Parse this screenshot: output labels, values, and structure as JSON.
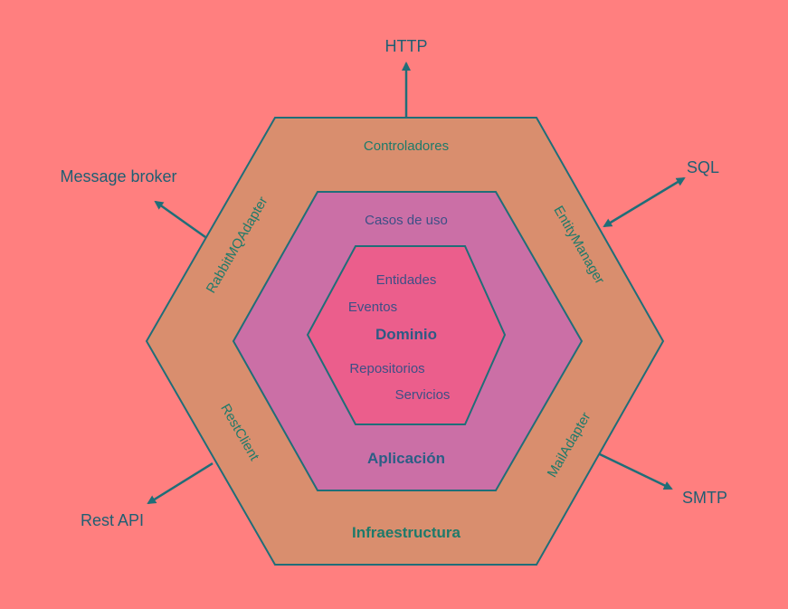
{
  "colors": {
    "background": "#FF7F7F",
    "infraestructura_fill": "#D98E6E",
    "aplicacion_fill": "#CB6FA6",
    "dominio_fill": "#EB5E8C",
    "stroke": "#1F6E78"
  },
  "layers": {
    "infraestructura": {
      "title": "Infraestructura",
      "top": "Controladores",
      "left_upper": "RabbitMQAdapter",
      "right_upper": "EntityManager",
      "left_lower": "RestClient",
      "right_lower": "MailAdapter"
    },
    "aplicacion": {
      "title": "Aplicación",
      "top": "Casos de uso"
    },
    "dominio": {
      "title": "Dominio",
      "items": [
        "Entidades",
        "Eventos",
        "Repositorios",
        "Servicios"
      ]
    }
  },
  "external": {
    "http": "HTTP",
    "message_broker": "Message broker",
    "sql": "SQL",
    "rest_api": "Rest API",
    "smtp": "SMTP"
  }
}
